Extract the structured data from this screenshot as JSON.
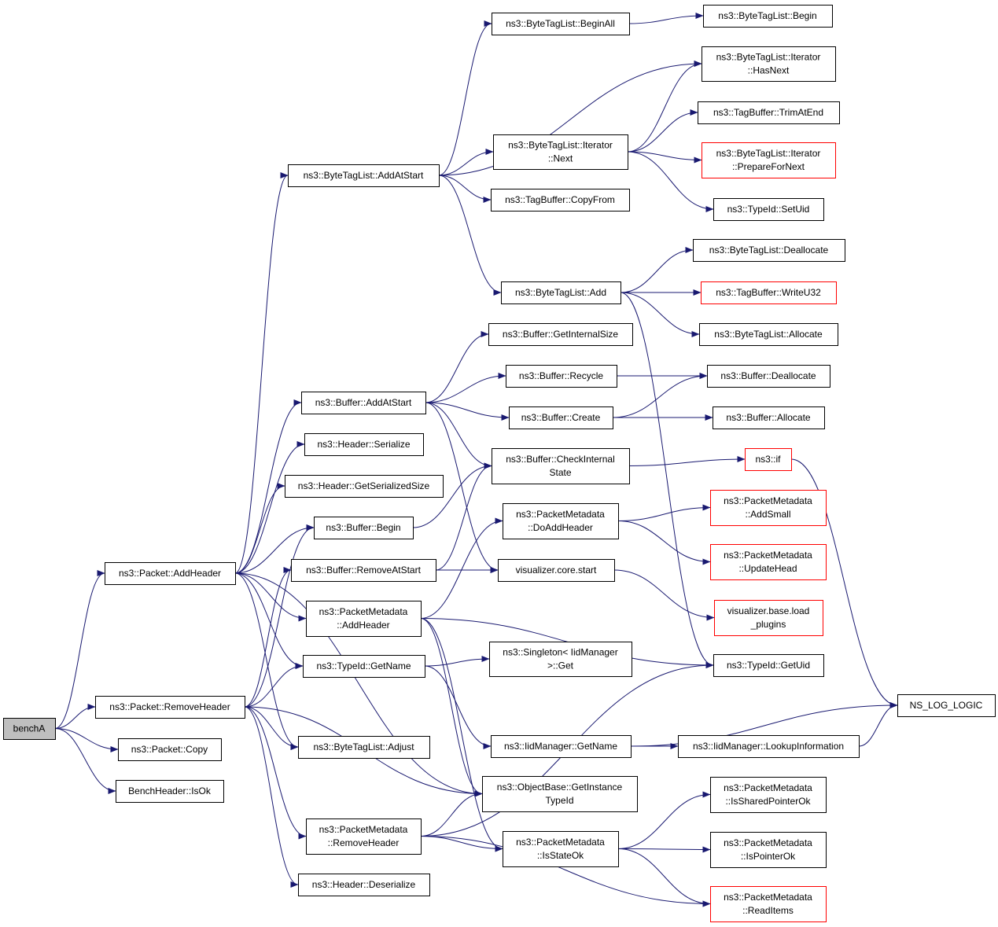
{
  "graph": {
    "edge_color": "#191970",
    "nodes": [
      {
        "id": "benchA",
        "lines": [
          "benchA"
        ],
        "style": "grey"
      },
      {
        "id": "addHeader",
        "lines": [
          "ns3::Packet::AddHeader"
        ]
      },
      {
        "id": "removeHeader",
        "lines": [
          "ns3::Packet::RemoveHeader"
        ]
      },
      {
        "id": "copy",
        "lines": [
          "ns3::Packet::Copy"
        ]
      },
      {
        "id": "isOk",
        "lines": [
          "BenchHeader::IsOk"
        ]
      },
      {
        "id": "btlAddAtStart",
        "lines": [
          "ns3::ByteTagList::AddAtStart"
        ]
      },
      {
        "id": "bufAddAtStart",
        "lines": [
          "ns3::Buffer::AddAtStart"
        ]
      },
      {
        "id": "hdrSerialize",
        "lines": [
          "ns3::Header::Serialize"
        ]
      },
      {
        "id": "hdrGetSerSize",
        "lines": [
          "ns3::Header::GetSerializedSize"
        ]
      },
      {
        "id": "bufBegin",
        "lines": [
          "ns3::Buffer::Begin"
        ]
      },
      {
        "id": "bufRemoveAtStart",
        "lines": [
          "ns3::Buffer::RemoveAtStart"
        ]
      },
      {
        "id": "pmAddHeader",
        "lines": [
          "ns3::PacketMetadata",
          "::AddHeader"
        ]
      },
      {
        "id": "typeIdGetName",
        "lines": [
          "ns3::TypeId::GetName"
        ]
      },
      {
        "id": "btlAdjust",
        "lines": [
          "ns3::ByteTagList::Adjust"
        ]
      },
      {
        "id": "pmRemoveHeader",
        "lines": [
          "ns3::PacketMetadata",
          "::RemoveHeader"
        ]
      },
      {
        "id": "hdrDeserialize",
        "lines": [
          "ns3::Header::Deserialize"
        ]
      },
      {
        "id": "btlBeginAll",
        "lines": [
          "ns3::ByteTagList::BeginAll"
        ]
      },
      {
        "id": "btlIterNext",
        "lines": [
          "ns3::ByteTagList::Iterator",
          "::Next"
        ]
      },
      {
        "id": "tbCopyFrom",
        "lines": [
          "ns3::TagBuffer::CopyFrom"
        ]
      },
      {
        "id": "btlAdd",
        "lines": [
          "ns3::ByteTagList::Add"
        ]
      },
      {
        "id": "bufGetInternalSize",
        "lines": [
          "ns3::Buffer::GetInternalSize"
        ]
      },
      {
        "id": "bufRecycle",
        "lines": [
          "ns3::Buffer::Recycle"
        ]
      },
      {
        "id": "bufCreate",
        "lines": [
          "ns3::Buffer::Create"
        ]
      },
      {
        "id": "bufCheckInternal",
        "lines": [
          "ns3::Buffer::CheckInternal",
          "State"
        ]
      },
      {
        "id": "pmDoAddHeader",
        "lines": [
          "ns3::PacketMetadata",
          "::DoAddHeader"
        ]
      },
      {
        "id": "vizStart",
        "lines": [
          "visualizer.core.start"
        ]
      },
      {
        "id": "singletonGet",
        "lines": [
          "ns3::Singleton< IidManager",
          ">::Get"
        ]
      },
      {
        "id": "iidGetName",
        "lines": [
          "ns3::IidManager::GetName"
        ]
      },
      {
        "id": "objGetInstanceTypeId",
        "lines": [
          "ns3::ObjectBase::GetInstance",
          "TypeId"
        ]
      },
      {
        "id": "pmIsStateOk",
        "lines": [
          "ns3::PacketMetadata",
          "::IsStateOk"
        ]
      },
      {
        "id": "btlBegin",
        "lines": [
          "ns3::ByteTagList::Begin"
        ]
      },
      {
        "id": "btlIterHasNext",
        "lines": [
          "ns3::ByteTagList::Iterator",
          "::HasNext"
        ]
      },
      {
        "id": "tbTrimAtEnd",
        "lines": [
          "ns3::TagBuffer::TrimAtEnd"
        ]
      },
      {
        "id": "btlIterPrepare",
        "lines": [
          "ns3::ByteTagList::Iterator",
          "::PrepareForNext"
        ],
        "style": "red"
      },
      {
        "id": "typeIdSetUid",
        "lines": [
          "ns3::TypeId::SetUid"
        ]
      },
      {
        "id": "btlDeallocate",
        "lines": [
          "ns3::ByteTagList::Deallocate"
        ]
      },
      {
        "id": "tbWriteU32",
        "lines": [
          "ns3::TagBuffer::WriteU32"
        ],
        "style": "red"
      },
      {
        "id": "btlAllocate",
        "lines": [
          "ns3::ByteTagList::Allocate"
        ]
      },
      {
        "id": "bufDeallocate",
        "lines": [
          "ns3::Buffer::Deallocate"
        ]
      },
      {
        "id": "bufAllocate",
        "lines": [
          "ns3::Buffer::Allocate"
        ]
      },
      {
        "id": "ns3If",
        "lines": [
          "ns3::if"
        ],
        "style": "red"
      },
      {
        "id": "pmAddSmall",
        "lines": [
          "ns3::PacketMetadata",
          "::AddSmall"
        ],
        "style": "red"
      },
      {
        "id": "pmUpdateHead",
        "lines": [
          "ns3::PacketMetadata",
          "::UpdateHead"
        ],
        "style": "red"
      },
      {
        "id": "vizLoadPlugins",
        "lines": [
          "visualizer.base.load",
          "_plugins"
        ],
        "style": "red"
      },
      {
        "id": "typeIdGetUid",
        "lines": [
          "ns3::TypeId::GetUid"
        ]
      },
      {
        "id": "nsLogLogic",
        "lines": [
          "NS_LOG_LOGIC"
        ]
      },
      {
        "id": "iidLookupInfo",
        "lines": [
          "ns3::IidManager::LookupInformation"
        ]
      },
      {
        "id": "pmIsSharedPointerOk",
        "lines": [
          "ns3::PacketMetadata",
          "::IsSharedPointerOk"
        ]
      },
      {
        "id": "pmIsPointerOk",
        "lines": [
          "ns3::PacketMetadata",
          "::IsPointerOk"
        ]
      },
      {
        "id": "pmReadItems",
        "lines": [
          "ns3::PacketMetadata",
          "::ReadItems"
        ],
        "style": "red"
      }
    ],
    "edges": [
      {
        "from": "benchA",
        "to": "addHeader"
      },
      {
        "from": "benchA",
        "to": "removeHeader"
      },
      {
        "from": "benchA",
        "to": "copy"
      },
      {
        "from": "benchA",
        "to": "isOk"
      },
      {
        "from": "addHeader",
        "to": "btlAddAtStart"
      },
      {
        "from": "addHeader",
        "to": "bufAddAtStart"
      },
      {
        "from": "addHeader",
        "to": "hdrSerialize"
      },
      {
        "from": "addHeader",
        "to": "hdrGetSerSize"
      },
      {
        "from": "addHeader",
        "to": "bufBegin"
      },
      {
        "from": "addHeader",
        "to": "pmAddHeader"
      },
      {
        "from": "addHeader",
        "to": "typeIdGetName"
      },
      {
        "from": "addHeader",
        "to": "btlAdjust"
      },
      {
        "from": "addHeader",
        "to": "objGetInstanceTypeId"
      },
      {
        "from": "removeHeader",
        "to": "bufBegin"
      },
      {
        "from": "removeHeader",
        "to": "bufRemoveAtStart"
      },
      {
        "from": "removeHeader",
        "to": "typeIdGetName"
      },
      {
        "from": "removeHeader",
        "to": "btlAdjust"
      },
      {
        "from": "removeHeader",
        "to": "objGetInstanceTypeId"
      },
      {
        "from": "removeHeader",
        "to": "pmRemoveHeader"
      },
      {
        "from": "removeHeader",
        "to": "hdrDeserialize"
      },
      {
        "from": "btlAddAtStart",
        "to": "btlBeginAll"
      },
      {
        "from": "btlAddAtStart",
        "to": "btlIterHasNext"
      },
      {
        "from": "btlAddAtStart",
        "to": "btlIterNext"
      },
      {
        "from": "btlAddAtStart",
        "to": "tbCopyFrom"
      },
      {
        "from": "btlAddAtStart",
        "to": "btlAdd"
      },
      {
        "from": "btlBeginAll",
        "to": "btlBegin"
      },
      {
        "from": "btlIterNext",
        "to": "btlIterHasNext"
      },
      {
        "from": "btlIterNext",
        "to": "tbTrimAtEnd"
      },
      {
        "from": "btlIterNext",
        "to": "btlIterPrepare"
      },
      {
        "from": "btlIterNext",
        "to": "typeIdSetUid"
      },
      {
        "from": "btlAdd",
        "to": "btlDeallocate"
      },
      {
        "from": "btlAdd",
        "to": "tbWriteU32"
      },
      {
        "from": "btlAdd",
        "to": "btlAllocate"
      },
      {
        "from": "btlAdd",
        "to": "typeIdGetUid"
      },
      {
        "from": "bufAddAtStart",
        "to": "bufGetInternalSize"
      },
      {
        "from": "bufAddAtStart",
        "to": "bufRecycle"
      },
      {
        "from": "bufAddAtStart",
        "to": "bufCreate"
      },
      {
        "from": "bufAddAtStart",
        "to": "bufCheckInternal"
      },
      {
        "from": "bufAddAtStart",
        "to": "vizStart"
      },
      {
        "from": "bufRecycle",
        "to": "bufDeallocate"
      },
      {
        "from": "bufCreate",
        "to": "bufDeallocate"
      },
      {
        "from": "bufCreate",
        "to": "bufAllocate"
      },
      {
        "from": "bufBegin",
        "to": "bufCheckInternal"
      },
      {
        "from": "bufRemoveAtStart",
        "to": "bufCheckInternal"
      },
      {
        "from": "bufRemoveAtStart",
        "to": "vizStart"
      },
      {
        "from": "bufCheckInternal",
        "to": "ns3If"
      },
      {
        "from": "ns3If",
        "to": "nsLogLogic"
      },
      {
        "from": "pmAddHeader",
        "to": "pmDoAddHeader"
      },
      {
        "from": "pmAddHeader",
        "to": "typeIdGetUid"
      },
      {
        "from": "pmAddHeader",
        "to": "objGetInstanceTypeId"
      },
      {
        "from": "pmAddHeader",
        "to": "pmIsStateOk"
      },
      {
        "from": "pmDoAddHeader",
        "to": "pmAddSmall"
      },
      {
        "from": "pmDoAddHeader",
        "to": "pmUpdateHead"
      },
      {
        "from": "vizStart",
        "to": "vizLoadPlugins"
      },
      {
        "from": "typeIdGetName",
        "to": "singletonGet"
      },
      {
        "from": "typeIdGetName",
        "to": "iidGetName"
      },
      {
        "from": "iidGetName",
        "to": "nsLogLogic"
      },
      {
        "from": "iidGetName",
        "to": "iidLookupInfo"
      },
      {
        "from": "iidLookupInfo",
        "to": "nsLogLogic"
      },
      {
        "from": "pmRemoveHeader",
        "to": "typeIdGetUid"
      },
      {
        "from": "pmRemoveHeader",
        "to": "objGetInstanceTypeId"
      },
      {
        "from": "pmRemoveHeader",
        "to": "pmIsStateOk"
      },
      {
        "from": "pmRemoveHeader",
        "to": "pmReadItems"
      },
      {
        "from": "pmIsStateOk",
        "to": "pmIsSharedPointerOk"
      },
      {
        "from": "pmIsStateOk",
        "to": "pmIsPointerOk"
      },
      {
        "from": "pmIsStateOk",
        "to": "pmReadItems"
      }
    ]
  }
}
